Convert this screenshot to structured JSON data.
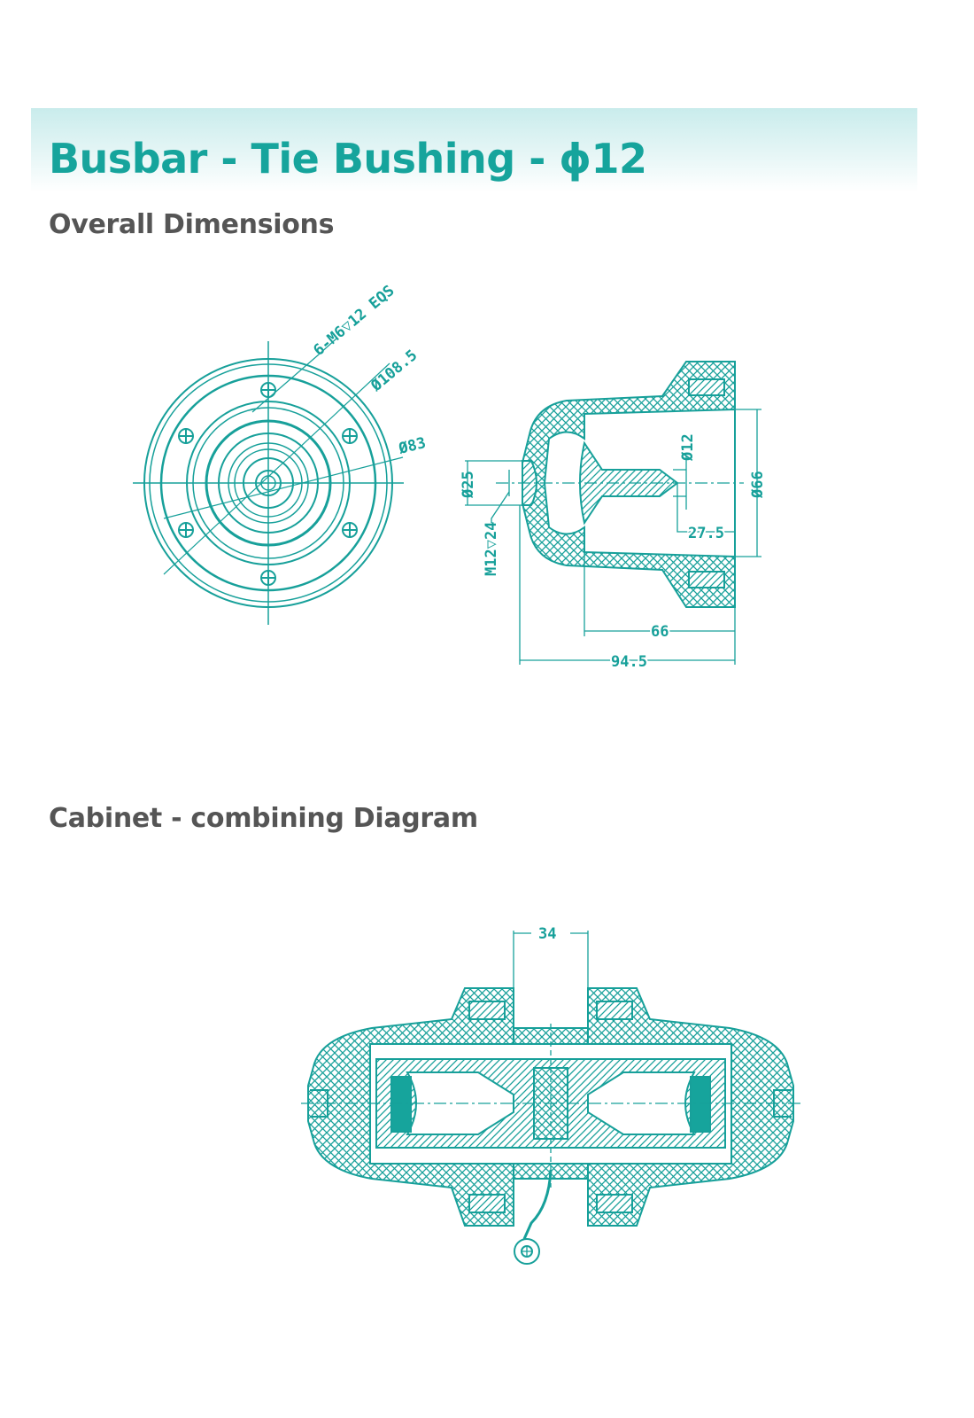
{
  "header": {
    "title": "Busbar - Tie Bushing - ϕ12"
  },
  "sections": [
    {
      "heading": "Overall Dimensions"
    },
    {
      "heading": "Cabinet - combining Diagram"
    }
  ],
  "front_view": {
    "labels": {
      "bolts": "6-M6▽12 EQS",
      "dia_outer": "Ø108.5",
      "dia_inner": "Ø83"
    }
  },
  "side_view": {
    "labels": {
      "d25": "Ø25",
      "thread": "M12▽24",
      "d12": "Ø12",
      "len27": "27.5",
      "d66": "Ø66",
      "len66": "66",
      "len94": "94.5"
    }
  },
  "cabinet": {
    "labels": {
      "gap": "34"
    }
  },
  "colors": {
    "accent": "#16a49c",
    "line": "#17a09a",
    "heading": "#555555"
  }
}
